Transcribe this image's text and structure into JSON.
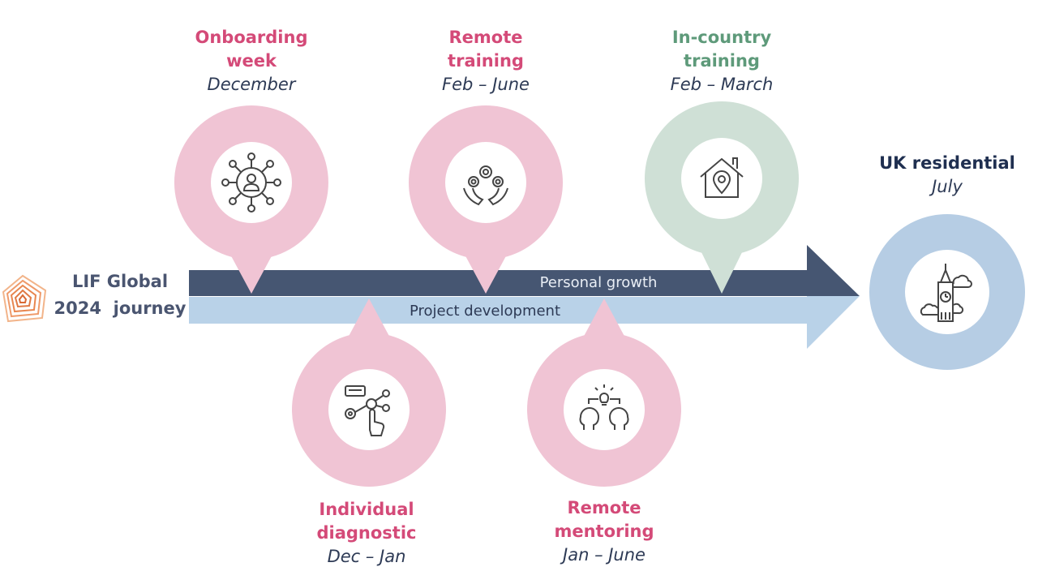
{
  "logo": {
    "line1": "LIF Global",
    "line2": "2024  journey"
  },
  "tracks": {
    "top": "Personal growth",
    "bottom": "Project development"
  },
  "colors": {
    "pink": "#f0c4d4",
    "pink_text": "#d44a78",
    "green": "#cfe0d6",
    "green_text": "#5e9a7a",
    "blue": "#b6cde4",
    "navy": "#465672",
    "navy_text": "#1f2f50",
    "light_bar": "#b9d2e8"
  },
  "milestones": [
    {
      "title_1": "Onboarding",
      "title_2": "week",
      "dates": "December",
      "icon": "network-person-icon",
      "track": "Personal growth"
    },
    {
      "title_1": "Remote",
      "title_2": "training",
      "dates": "Feb – June",
      "icon": "gears-hands-icon",
      "track": "Personal growth"
    },
    {
      "title_1": "In-country",
      "title_2": "training",
      "dates": "Feb – March",
      "icon": "house-location-icon",
      "track": "Personal growth"
    },
    {
      "title_1": "Individual",
      "title_2": "diagnostic",
      "dates": "Dec – Jan",
      "icon": "touch-diagnostic-icon",
      "track": "Project development"
    },
    {
      "title_1": "Remote",
      "title_2": "mentoring",
      "dates": "Jan – June",
      "icon": "mentoring-heads-icon",
      "track": "Project development"
    },
    {
      "title_1": "UK residential",
      "title_2": "",
      "dates": "July",
      "icon": "big-ben-icon",
      "track": "destination"
    }
  ]
}
